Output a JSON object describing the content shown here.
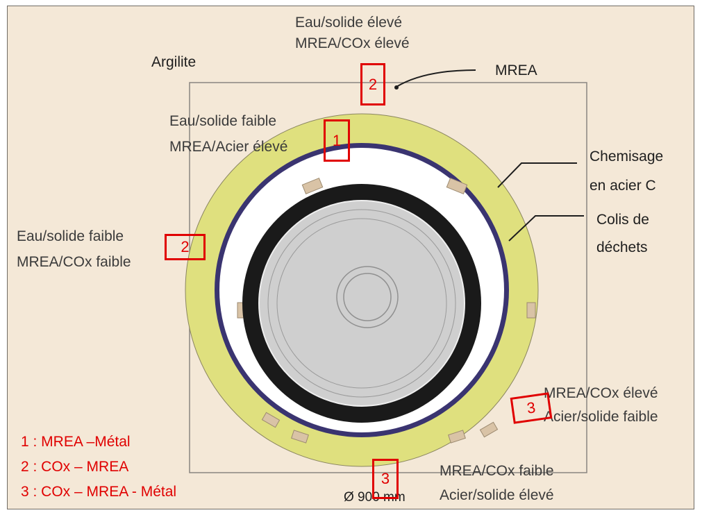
{
  "labels": {
    "argilite": "Argilite",
    "mrea": "MREA",
    "chemisage": [
      "Chemisage",
      "en acier C"
    ],
    "colis": [
      "Colis de",
      "déchets"
    ],
    "top": [
      "Eau/solide élevé",
      "MREA/COx élevé"
    ],
    "inner_top": [
      "Eau/solide faible",
      "MREA/Acier élevé"
    ],
    "left": [
      "Eau/solide faible",
      "MREA/COx faible"
    ],
    "right_lower": [
      "MREA/COx élevé",
      "Acier/solide faible"
    ],
    "bottom": [
      "MREA/COx faible",
      "Acier/solide élevé"
    ],
    "diameter": "Ø 900 mm"
  },
  "markers": {
    "top": "2",
    "inner_top": "1",
    "left": "2",
    "right_lower": "3",
    "bottom": "3"
  },
  "legend": [
    "1 : MREA –Métal",
    "2 : COx – MREA",
    "3 : COx – MREA - Métal"
  ],
  "colors": {
    "background": "#f4e8d7",
    "mrea_ring": "#dfe07e",
    "steel_liner": "#3a3470",
    "gap": "#ffffff",
    "waste_package": "#1a1a1a",
    "waste_inner": "#cfcfcf",
    "spacer": "#d9c3a6",
    "marker": "#e00000"
  }
}
